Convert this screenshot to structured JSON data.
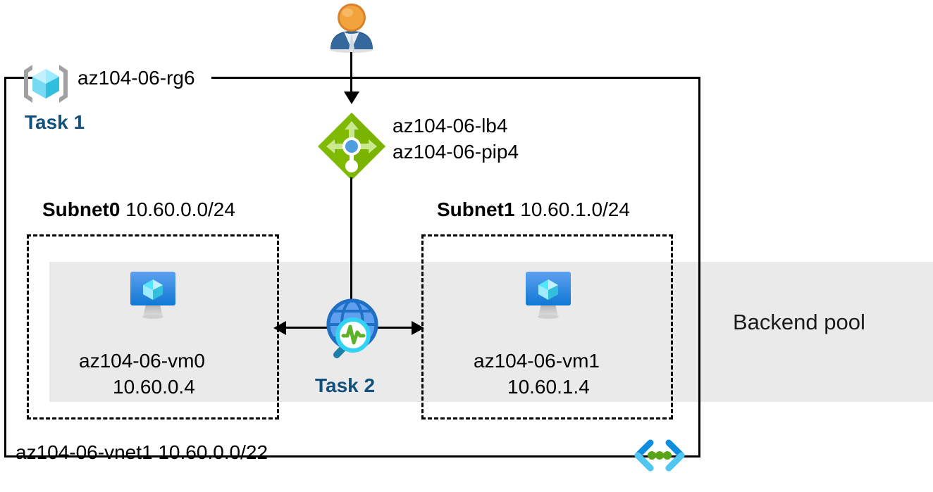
{
  "diagram": {
    "title": "Azure AZ-104 Lab 06 network architecture",
    "colors": {
      "task_blue": "#12507e",
      "band_gray": "#eaeaea",
      "lb_green": "#7ab51d",
      "azure_blue": "#0078d4",
      "cyan": "#50e6ff",
      "line_black": "#000000"
    }
  },
  "resource_group": {
    "icon": "resource-group-icon",
    "name": "az104-06-rg6",
    "task": "Task 1"
  },
  "user": {
    "icon": "user-icon"
  },
  "load_balancer": {
    "icon": "load-balancer-icon",
    "name": "az104-06-lb4",
    "public_ip": "az104-06-pip4"
  },
  "subnets": [
    {
      "name": "Subnet0",
      "cidr": "10.60.0.0/24",
      "vm": {
        "icon": "virtual-machine-icon",
        "name": "az104-06-vm0",
        "ip": "10.60.0.4"
      }
    },
    {
      "name": "Subnet1",
      "cidr": "10.60.1.0/24",
      "vm": {
        "icon": "virtual-machine-icon",
        "name": "az104-06-vm1",
        "ip": "10.60.1.4"
      }
    }
  ],
  "network_watcher": {
    "icon": "network-watcher-icon",
    "task": "Task 2"
  },
  "backend_pool": {
    "label": "Backend pool"
  },
  "vnet": {
    "icon": "virtual-network-icon",
    "label": "az104-06-vnet1 10.60.0.0/22"
  }
}
